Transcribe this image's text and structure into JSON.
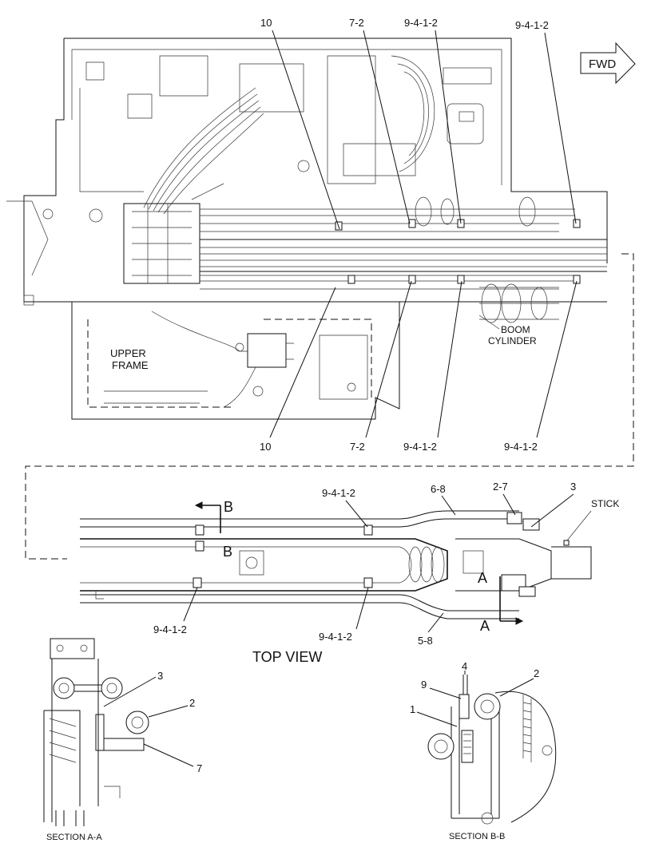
{
  "labels": {
    "fwd": "FWD",
    "upper_frame_1": "UPPER",
    "upper_frame_2": "FRAME",
    "boom_cyl_1": "BOOM",
    "boom_cyl_2": "CYLINDER",
    "top_view": "TOP VIEW",
    "stick": "STICK",
    "section_aa": "SECTION A-A",
    "section_bb": "SECTION B-B",
    "cut_a_top": "A",
    "cut_a_bottom": "A",
    "cut_b_top": "B",
    "cut_b_bottom": "B"
  },
  "callouts": {
    "top": [
      "10",
      "7-2",
      "9-4-1-2",
      "9-4-1-2"
    ],
    "bottom": [
      "10",
      "7-2",
      "9-4-1-2",
      "9-4-1-2"
    ],
    "stick": [
      "9-4-1-2",
      "6-8",
      "2-7",
      "3"
    ],
    "stick_bottom": [
      "9-4-1-2",
      "9-4-1-2",
      "5-8"
    ],
    "section_aa": [
      "3",
      "2",
      "7"
    ],
    "section_bb": [
      "4",
      "2",
      "9",
      "1"
    ]
  }
}
